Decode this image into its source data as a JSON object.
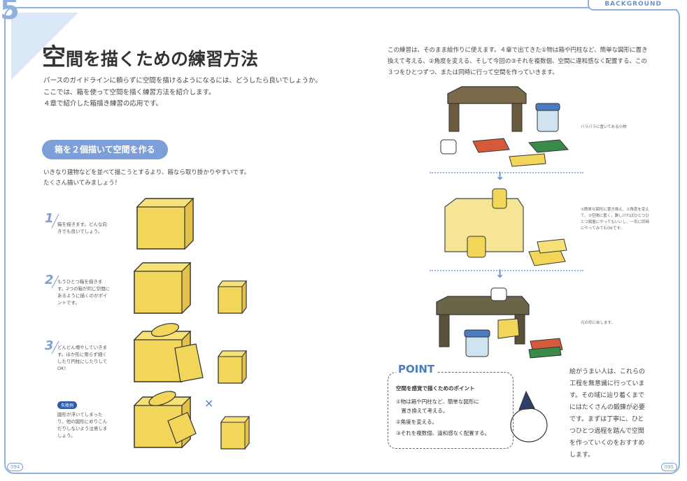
{
  "header": {
    "chapter": "5",
    "section_label": "BACKGROUND"
  },
  "left": {
    "title_first_char": "空",
    "title_rest": "間を描くための練習方法",
    "intro_lines": [
      "パースのガイドラインに頼らずに空間を描けるようになるには、どうしたら良いでしょうか。",
      "ここでは、箱を使って空間を描く練習方法を紹介します。",
      "４章で紹介した箱描き練習の応用です。"
    ],
    "section_heading": "箱を２個描いて空間を作る",
    "section_text": [
      "いきなり建物などを並べて描こうとするより、箱なら取り掛かりやすいです。",
      "たくさん描いてみましょう！"
    ],
    "steps": [
      {
        "num": "1",
        "text": "箱を描きます。どんな向きでも良いでしょう。"
      },
      {
        "num": "2",
        "text": "もうひとつ箱を描きます。2つの箱が同じ空間にあるように描くのがポイントです。"
      },
      {
        "num": "3",
        "text": "どんどん増やしていきます。ほか形に限らず細くしたり円柱にしたりしてOK！"
      }
    ],
    "fail_label": "失敗例",
    "fail_text": "図形が浮いてしまったり、他の図形にめりこんだりしないよう注意しましょう。"
  },
  "right": {
    "intro": "この練習は、そのまま絵作りに使えます。４章で出てきた①物は箱や円柱など、簡単な図形に置き換えて考える、②角度を変える、そして今回の③それを複数個、空間に違和感なく配置する、この３つをひとつずつ、または同時に行って空間を作っていきます。",
    "note1": "バラバラに置いてある小物",
    "note2": "①簡単な図形に置き換え、②角度を変えて、③空間に置く。難しければひとつひとつ順番にやってもいいし、一気に同時にやってみてもOKです。",
    "note3": "元の形に戻します。",
    "point": {
      "title": "POINT",
      "subtitle": "空間を感覚で描くためのポイント",
      "items": [
        "①物は箱や円柱など、簡単な図形に",
        "　置き換えて考える。",
        "②角度を変える。",
        "③それを複数個、違和感なく配置する。"
      ]
    },
    "closing": "絵がうまい人は、これらの工程を無意識に行っています。その域に辿り着くまでにはたくさんの鍛錬が必要です。まずは丁寧に、ひとつひとつ過程を踏んで空間を作っていくのをおすすめします。"
  },
  "footer": {
    "left_page": "094",
    "right_page": "095"
  },
  "colors": {
    "accent": "#7b9fd6",
    "box": "#f2d65a",
    "box_dark": "#d9b93c"
  }
}
